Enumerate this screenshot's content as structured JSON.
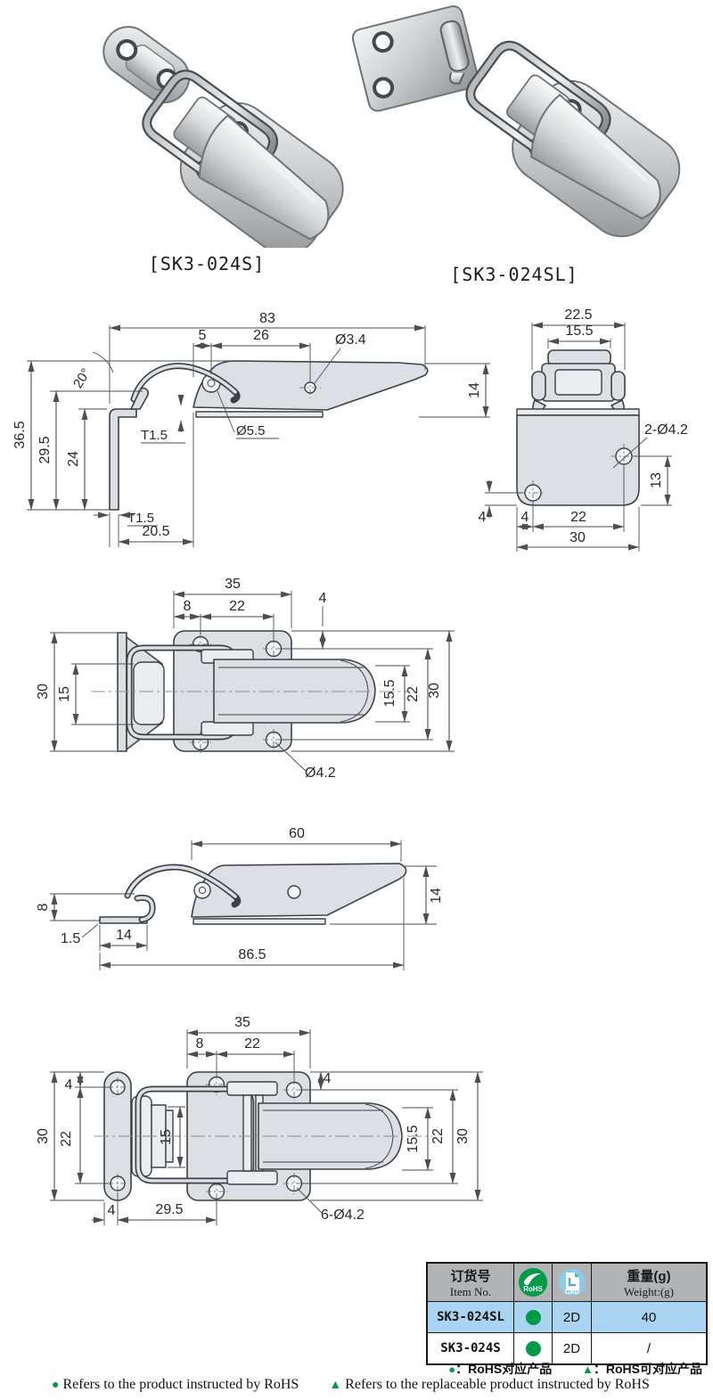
{
  "icons": {
    "dot": "●",
    "triangle": "▲"
  },
  "colors": {
    "part_fill": "#dce0e4",
    "line": "#3c4145",
    "dim_text": "#26292c",
    "green": "#009b48",
    "cad_blue": "#8ccbe9",
    "table_header": "#b1b3b5",
    "row_highlight": "#a9d5f2"
  },
  "photos": [
    {
      "label": "[SK3-024S]"
    },
    {
      "label": "[SK3-024SL]"
    }
  ],
  "drawings": {
    "side_sl": {
      "dims": {
        "overall": "83",
        "lead": "5",
        "span": "26",
        "hole": "Ø3.4",
        "angle": "20°",
        "h_total": "36.5",
        "h_mid": "29.5",
        "h_inner": "24",
        "t_mid": "T1.5",
        "pivot": "Ø5.5",
        "tip_h": "14",
        "t_base": "T1.5",
        "base_w": "20.5"
      }
    },
    "end_view": {
      "dims": {
        "w_outer": "22.5",
        "w_inner": "15.5",
        "holes": "2-Ø4.2",
        "h_hole": "13",
        "edge": "4",
        "b_edge": "4",
        "b_span": "22",
        "b_total": "30"
      }
    },
    "top_sl": {
      "dims": {
        "w_plate": "35",
        "w_edge": "8",
        "w_span": "22",
        "edge": "4",
        "h_catch": "30",
        "h_inner": "15",
        "h_arm": "15.5",
        "h_span": "22",
        "h_plate": "30",
        "hole": "Ø4.2"
      }
    },
    "side_s": {
      "dims": {
        "lever": "60",
        "h_hook": "8",
        "t_catch": "1.5",
        "w_catch": "14",
        "overall": "86.5",
        "tip_h": "14"
      }
    },
    "top_s": {
      "dims": {
        "w_plate": "35",
        "w_edge": "8",
        "w_span": "22",
        "edge_l": "4",
        "edge_r": "4",
        "h_pad": "30",
        "h_padspan": "22",
        "h_inner": "15",
        "h_arm": "15.5",
        "h_span": "22",
        "h_plate": "30",
        "b_edge": "4",
        "b_span": "29.5",
        "holes": "6-Ø4.2"
      }
    }
  },
  "table": {
    "header": {
      "item_cn": "订货号",
      "item_en": "Item No.",
      "rohs_label": "RoHS",
      "cad_label": "CAD",
      "weight_cn": "重量(g)",
      "weight_en": "Weight:(g)"
    },
    "rows": [
      {
        "item": "SK3-024SL",
        "cad": "2D",
        "weight": "40"
      },
      {
        "item": "SK3-024S",
        "cad": "2D",
        "weight": "/"
      }
    ]
  },
  "legend": {
    "cn_dot": "：RoHS对应产品",
    "cn_tri": "：RoHS可对应产品",
    "en_dot": "Refers to the product instructed by RoHS",
    "en_tri": "Refers to the replaceable product instructed by RoHS"
  }
}
